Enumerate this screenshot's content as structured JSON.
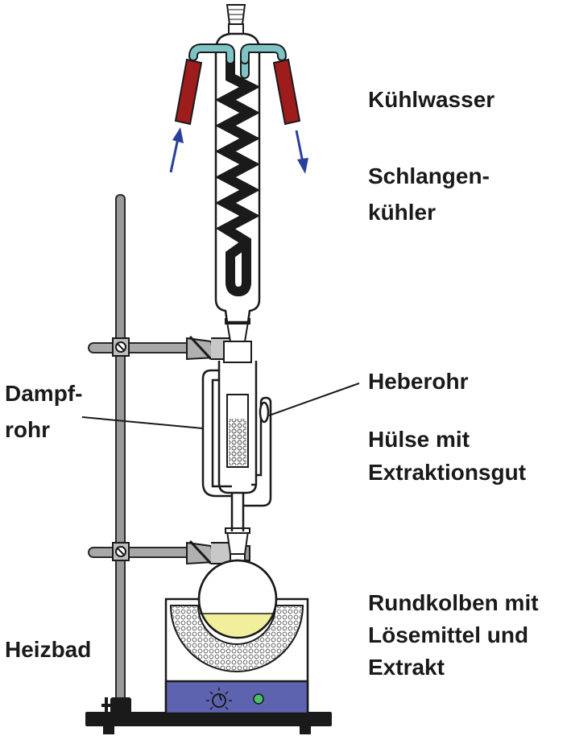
{
  "labels": {
    "kuehlwasser": "Kühlwasser",
    "schlangen_1": "Schlangen-",
    "schlangen_2": "kühler",
    "dampf_1": "Dampf-",
    "dampf_2": "rohr",
    "heberohr": "Heberohr",
    "huelse_1": "Hülse mit",
    "huelse_2": "Extraktionsgut",
    "rundkolben_1": "Rundkolben mit",
    "rundkolben_2": "Lösemittel und",
    "rundkolben_3": "Extrakt",
    "heizbad": "Heizbad"
  },
  "colors": {
    "coil": "#7fc4c4",
    "hose": "#9e1c1c",
    "arrow": "#2a3f9c",
    "liquid": "#f1ef9b",
    "control_panel": "#5e63b0",
    "glass": "#ffffff",
    "stand": "#8c8c8c"
  }
}
